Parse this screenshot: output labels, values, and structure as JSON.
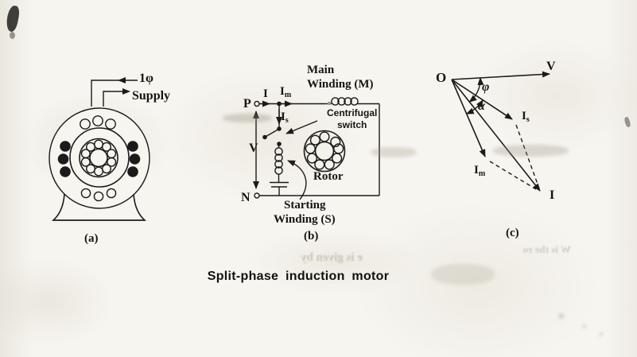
{
  "page": {
    "caption": "Split-phase  induction  motor"
  },
  "colors": {
    "ink": "#1c1b19",
    "paper": "#f7f5f0"
  },
  "figure_a": {
    "label": "(a)",
    "supply_phase": "1φ",
    "supply_word": "Supply"
  },
  "figure_b": {
    "label": "(b)",
    "main_winding": [
      "Main",
      "Winding (M)"
    ],
    "terminal_p": "P",
    "terminal_n": "N",
    "voltage": "V",
    "line_current": "I",
    "main_current": {
      "base": "I",
      "sub": "m"
    },
    "start_current": {
      "base": "I",
      "sub": "s"
    },
    "centrifugal": [
      "Centrifugal",
      "switch"
    ],
    "rotor": "Rotor",
    "starting_winding": [
      "Starting",
      "Winding (S)"
    ]
  },
  "figure_c": {
    "label": "(c)",
    "origin": "O",
    "voltage": "V",
    "phi": "φ",
    "alpha": "α",
    "start_current": {
      "base": "I",
      "sub": "s"
    },
    "main_current": {
      "base": "I",
      "sub": "m"
    },
    "line_current": "I"
  },
  "artifacts": {
    "ghost_caption": "e is given by",
    "ghost_right": "W is the ro"
  }
}
